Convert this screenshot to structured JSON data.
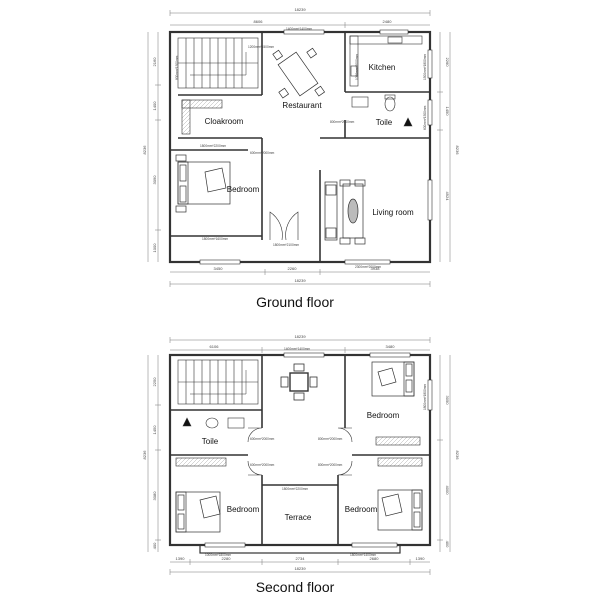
{
  "ground_floor": {
    "caption": "Ground floor",
    "dims": {
      "total_top": "18239",
      "top_left": "8606",
      "top_right": "2480",
      "total_bottom": "18239",
      "bottom_left": "3450",
      "bottom_mid": "2260",
      "bottom_right": "3938",
      "left_1": "2160",
      "left_2": "1400",
      "left_3": "3090",
      "left_4": "1000",
      "left_total": "8236",
      "right_1": "2260",
      "right_2": "1450",
      "right_3": "4924",
      "right_total": "8236"
    },
    "rooms": {
      "kitchen": "Kitchen",
      "restaurant": "Restaurant",
      "cloakroom": "Cloakroom",
      "toile": "Toile",
      "bedroom": "Bedroom",
      "living_room": "Living room"
    },
    "notes": {
      "win_restaurant": "1400mm*1400mm",
      "win_stair": "1200mm*1500mm",
      "win_stair2": "800mm*1500mm",
      "win_kitchen": "1000mm*2000mm",
      "win_kitchen_side": "1500mm*1800mm",
      "door_toile": "800mm*2000mm",
      "door_toile_side": "600mm*1500mm",
      "door_cloak": "1800mm*2200mm",
      "door_bed": "600mm*2000mm",
      "win_bed": "1800mm*1600mm",
      "door_main": "1800mm*2100mm",
      "win_living": "2300mm*2000mm"
    }
  },
  "second_floor": {
    "caption": "Second floor",
    "dims": {
      "total_top": "18239",
      "top_left": "6106",
      "top_right": "3480",
      "total_bottom": "18239",
      "bottom_1": "1390",
      "bottom_2": "2280",
      "bottom_3": "2734",
      "bottom_4": "2680",
      "bottom_5": "1390",
      "left_1": "2250",
      "left_2": "1450",
      "left_3": "3080",
      "left_4": "400",
      "left_total": "8236",
      "right_1": "3050",
      "right_2": "4000",
      "right_3": "400",
      "right_total": "8236"
    },
    "rooms": {
      "bedroom_ne": "Bedroom",
      "toile": "Toile",
      "bedroom_sw": "Bedroom",
      "terrace": "Terrace",
      "bedroom_se": "Bedroom"
    },
    "notes": {
      "win_top": "1400mm*1400mm",
      "win_ne_side": "1800mm*1800mm",
      "door_tl": "600mm*2000mm",
      "door_tr": "800mm*2000mm",
      "door_bl": "600mm*2000mm",
      "door_br": "800mm*2000mm",
      "door_terrace": "1800mm*2200mm",
      "win_bl": "1000mm*1800mm",
      "win_br": "1800mm*1400mm"
    }
  }
}
